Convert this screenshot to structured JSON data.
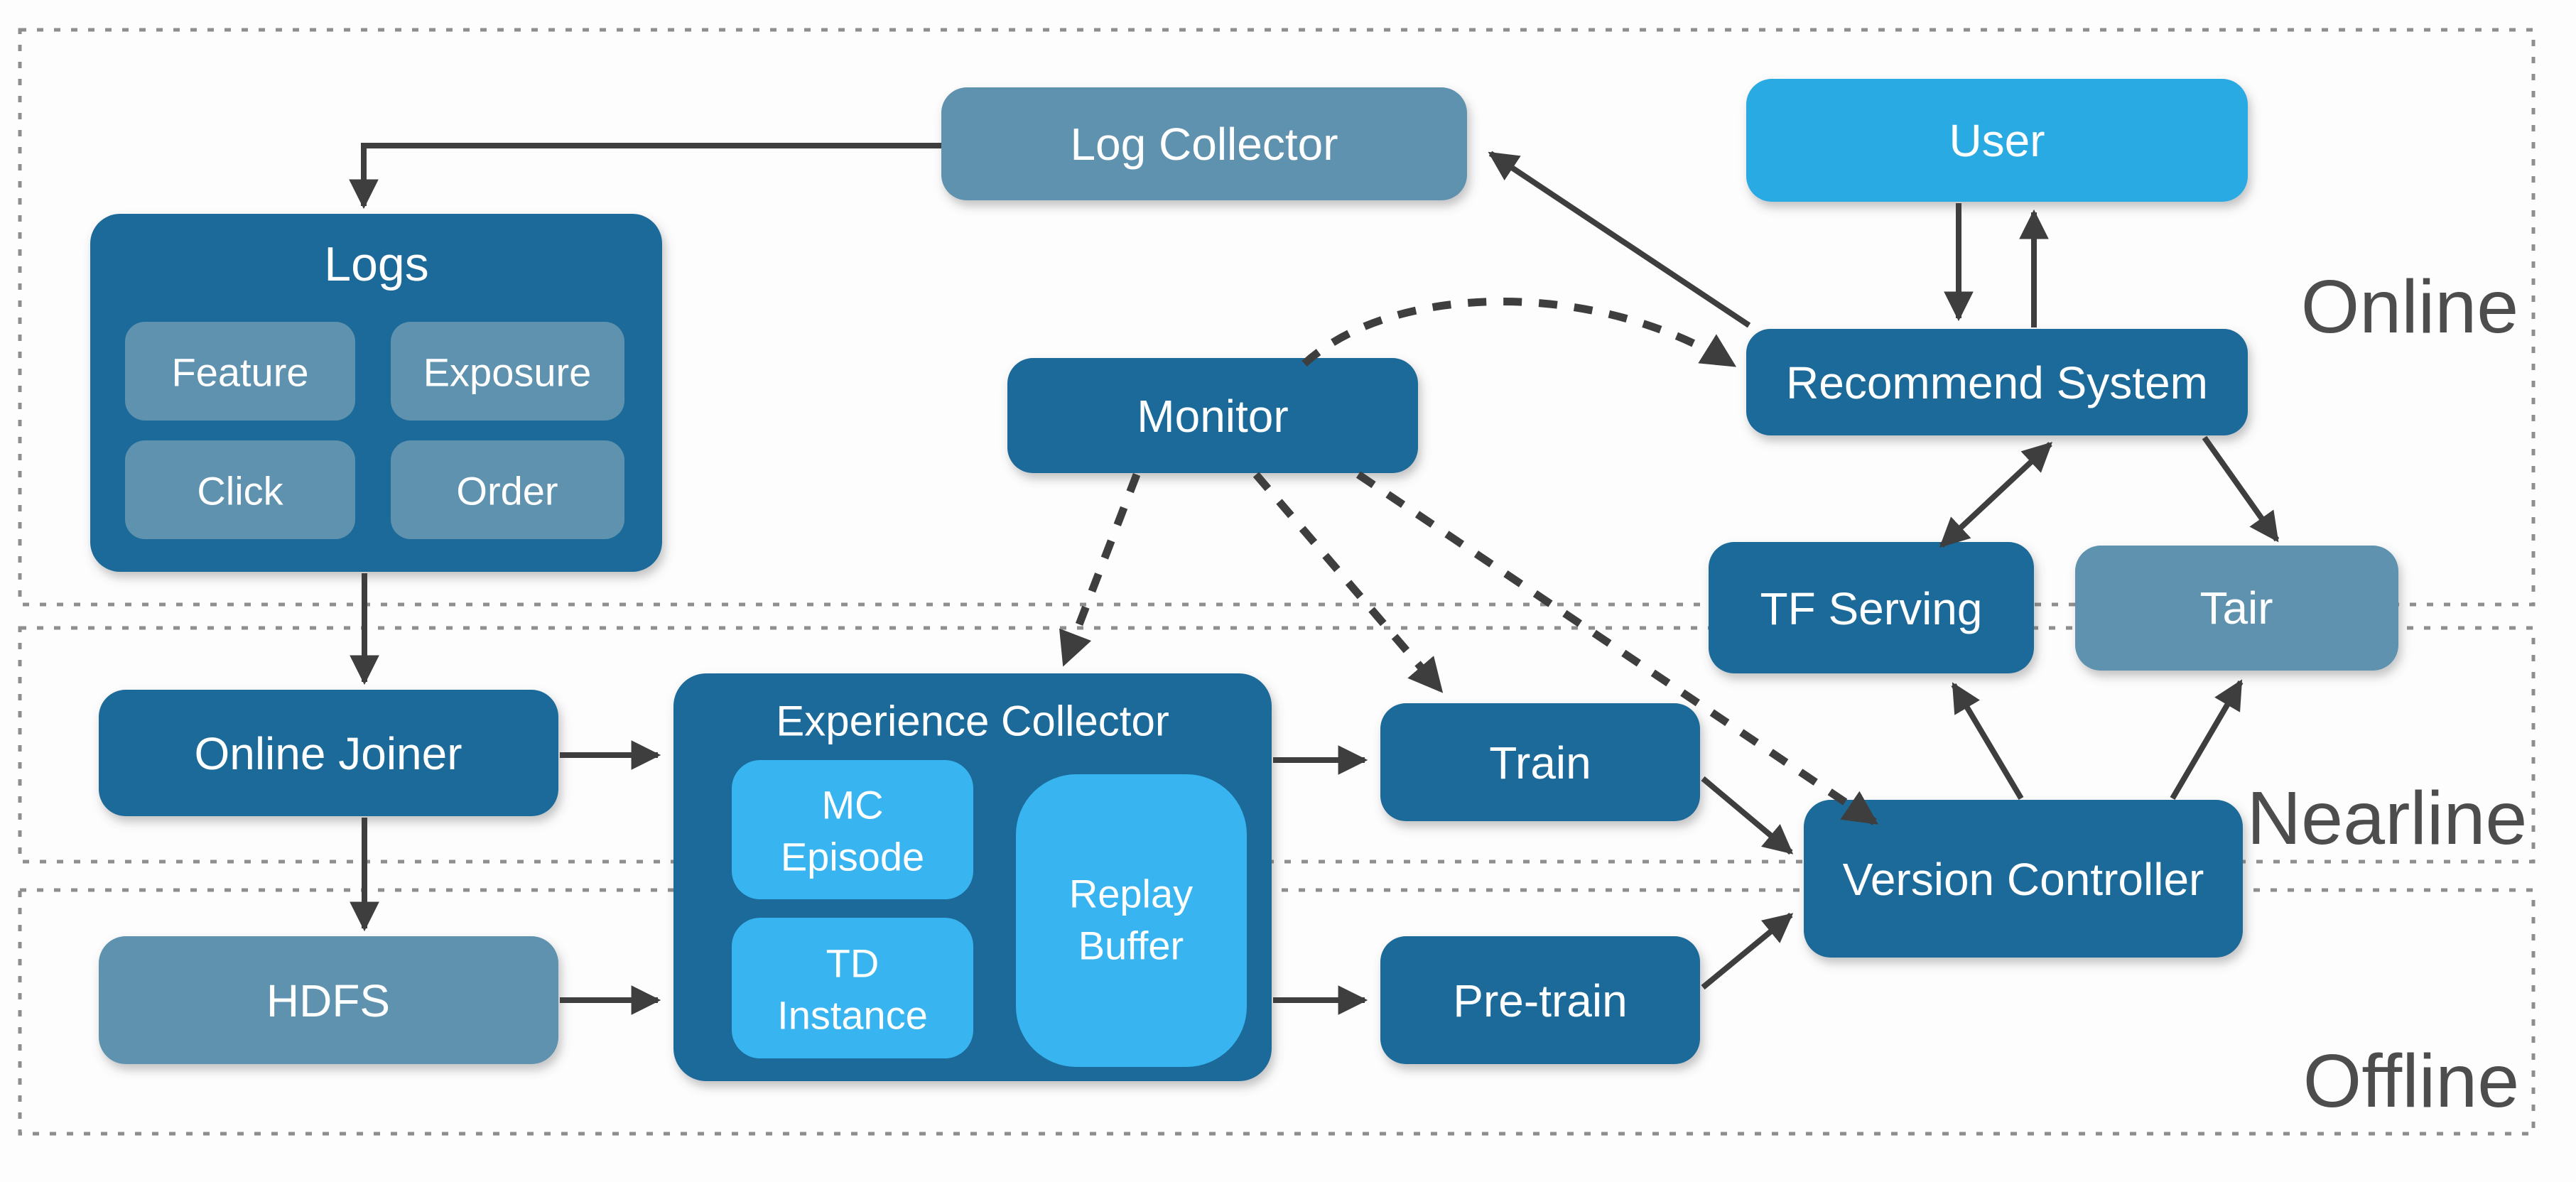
{
  "regions": {
    "online": {
      "label": "Online"
    },
    "nearline": {
      "label": "Nearline"
    },
    "offline": {
      "label": "Offline"
    }
  },
  "nodes": {
    "log_collector": {
      "label": "Log Collector"
    },
    "user": {
      "label": "User"
    },
    "logs": {
      "title": "Logs",
      "feature": "Feature",
      "exposure": "Exposure",
      "click": "Click",
      "order": "Order"
    },
    "monitor": {
      "label": "Monitor"
    },
    "recommend_system": {
      "label": "Recommend System"
    },
    "tf_serving": {
      "label": "TF Serving"
    },
    "tair": {
      "label": "Tair"
    },
    "online_joiner": {
      "label": "Online Joiner"
    },
    "experience_collector": {
      "title": "Experience Collector",
      "mc_episode": {
        "line1": "MC",
        "line2": "Episode"
      },
      "td_instance": {
        "line1": "TD",
        "line2": "Instance"
      },
      "replay_buffer": {
        "line1": "Replay",
        "line2": "Buffer"
      }
    },
    "train": {
      "label": "Train"
    },
    "version_controller": {
      "label": "Version Controller"
    },
    "hdfs": {
      "label": "HDFS"
    },
    "pre_train": {
      "label": "Pre-train"
    }
  },
  "colors": {
    "dark": "#1d6a99",
    "mid": "#5e92ae",
    "light": "#2baae2",
    "bright": "#38b5f0",
    "arrow": "#3e3e3e",
    "border": "#8e8e8e",
    "label": "#4d4d4d",
    "text_light": "#ffffff"
  }
}
